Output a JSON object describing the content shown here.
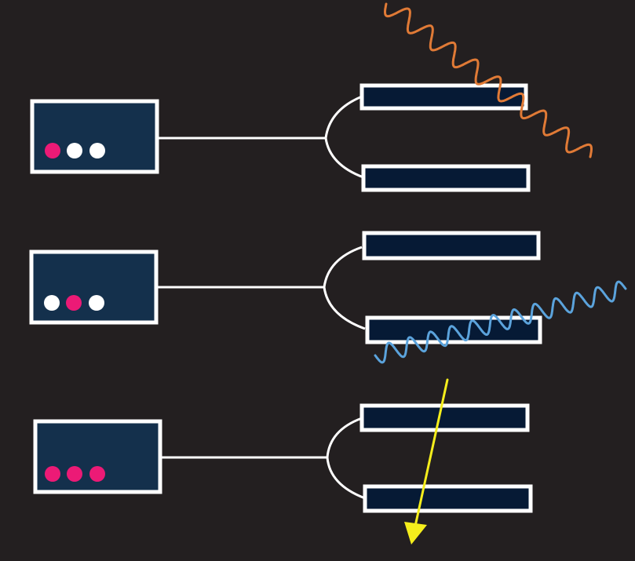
{
  "colors": {
    "background": "#231f20",
    "left_box_fill": "#14304c",
    "right_box_fill": "#061a35",
    "outline": "#ffffff",
    "dot_pink": "#ec1a76",
    "dot_white": "#ffffff",
    "wave_orange": "#e07a36",
    "wave_blue": "#5ba3dc",
    "arrow_yellow": "#f5ee1c"
  },
  "groups": [
    {
      "dots": [
        "pink",
        "white",
        "white"
      ]
    },
    {
      "dots": [
        "white",
        "pink",
        "white"
      ]
    },
    {
      "dots": [
        "pink",
        "pink",
        "pink"
      ]
    }
  ],
  "decorations": [
    {
      "kind": "wave",
      "color": "orange"
    },
    {
      "kind": "wave",
      "color": "blue"
    },
    {
      "kind": "arrow",
      "color": "yellow"
    }
  ]
}
